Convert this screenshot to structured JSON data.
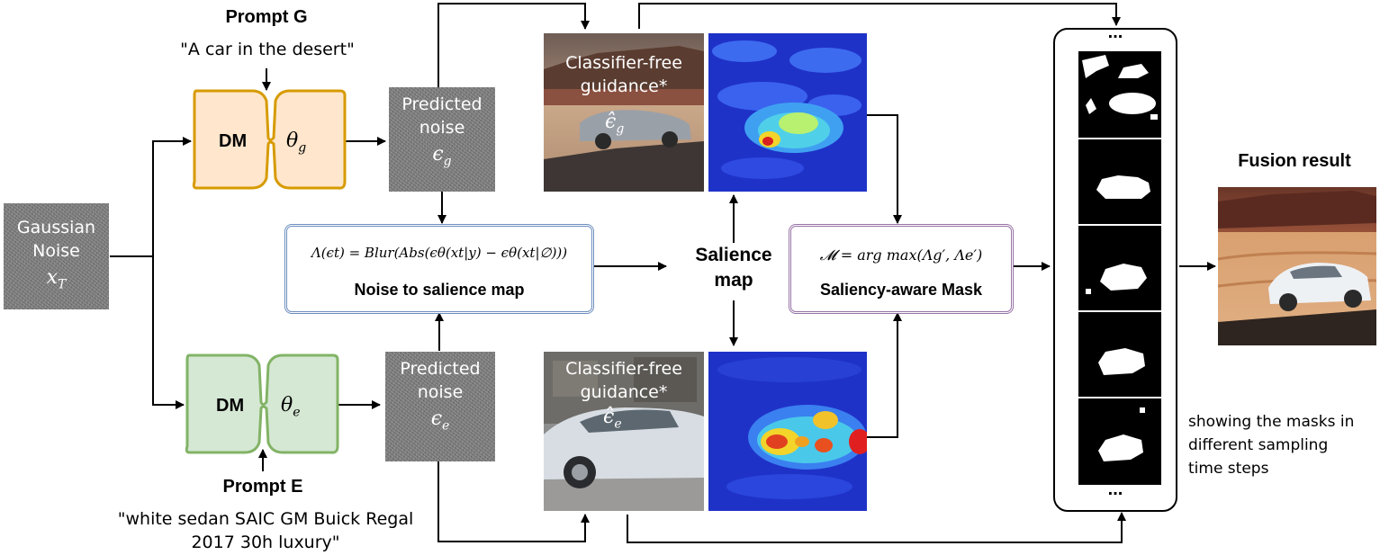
{
  "prompt_g": {
    "title": "Prompt G",
    "text": "\"A car in the desert\""
  },
  "prompt_e": {
    "title": "Prompt E",
    "text_line1": "\"white sedan SAIC GM Buick Regal",
    "text_line2": "2017 30h luxury\""
  },
  "dm_g": {
    "label": "DM",
    "theta": "θ",
    "sub": "g",
    "color": "#d79b00",
    "fill": "#ffe6cc"
  },
  "dm_e": {
    "label": "DM",
    "theta": "θ",
    "sub": "e",
    "color": "#82b366",
    "fill": "#d5e8d4"
  },
  "gaussian": {
    "line1": "Gaussian",
    "line2": "Noise",
    "var": "x",
    "sub": "T"
  },
  "pred_g": {
    "line1": "Predicted",
    "line2": "noise",
    "var": "ϵ",
    "sub": "g"
  },
  "pred_e": {
    "line1": "Predicted",
    "line2": "noise",
    "var": "ϵ",
    "sub": "e"
  },
  "noise_box": {
    "formula": "Λ(ϵt) = Blur(Abs(ϵθ(xt|y) − ϵθ(xt|∅)))",
    "title": "Noise to salience map",
    "color": "#6c8ebf"
  },
  "mask_box": {
    "formula": "𝓜 = arg max(Λg′, Λe′)",
    "title": "Saliency-aware Mask",
    "color": "#9673a6"
  },
  "salience": {
    "line1": "Salience",
    "line2": "map"
  },
  "cfg_g": {
    "line1": "Classifier-free",
    "line2": "guidance*",
    "var": "ϵ̂",
    "sub": "g"
  },
  "cfg_e": {
    "line1": "Classifier-free",
    "line2": "guidance*",
    "var": "ϵ̂",
    "sub": "e"
  },
  "masks": {
    "top_dots": "...",
    "bottom_dots": "...",
    "caption_line1": "showing the masks in",
    "caption_line2": "different sampling",
    "caption_line3": "time steps"
  },
  "fusion": {
    "title": "Fusion result"
  }
}
